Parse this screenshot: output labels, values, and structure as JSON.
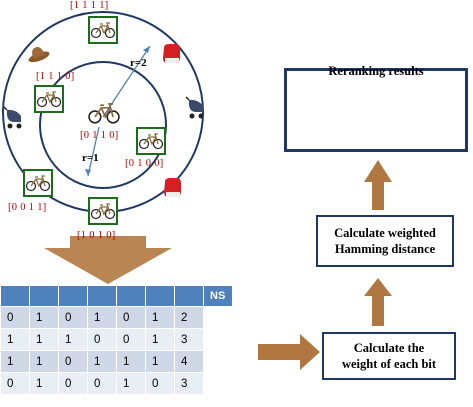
{
  "codes": {
    "top": "[1 1 1 1]",
    "upper_left": "[1 1 1 0]",
    "center": "[0 1 1 0]",
    "right": "[0 1 0 0]",
    "lower_left": "[0 0 1 1]",
    "bottom": "[1 0 1 0]"
  },
  "radii": {
    "outer": "r=2",
    "inner": "r=1"
  },
  "table": {
    "ns_header": "NS",
    "rows": [
      [
        "0",
        "1",
        "0",
        "1",
        "0",
        "1",
        "2"
      ],
      [
        "1",
        "1",
        "1",
        "0",
        "0",
        "1",
        "3"
      ],
      [
        "1",
        "1",
        "0",
        "1",
        "1",
        "1",
        "4"
      ],
      [
        "0",
        "1",
        "0",
        "0",
        "1",
        "0",
        "3"
      ]
    ]
  },
  "boxes": {
    "weight_line1": "Calculate the",
    "weight_line2": "weight of each bit",
    "hamming_line1": "Calculate weighted",
    "hamming_line2": "Hamming distance"
  },
  "rerank": {
    "title": "Reranking results"
  },
  "colors": {
    "circle": "#1f3864",
    "code_text": "#c00000",
    "arrow": "#a0703c",
    "table_header": "#4f81bd",
    "table_row_a": "#d0d8e8",
    "table_row_b": "#e9edf4",
    "highlight_box": "#1e6b1e"
  }
}
